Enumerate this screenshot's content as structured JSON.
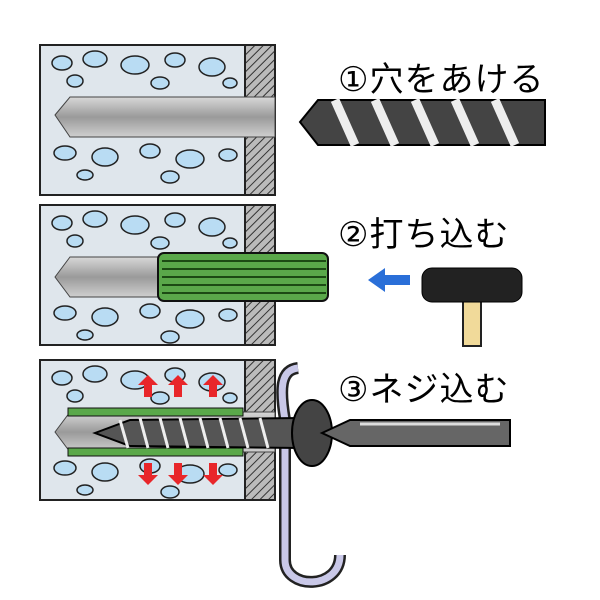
{
  "steps": [
    {
      "label": "①穴をあける",
      "tool": "drill-bit"
    },
    {
      "label": "②打ち込む",
      "tool": "hammer"
    },
    {
      "label": "③ネジ込む",
      "tool": "screwdriver"
    }
  ],
  "colors": {
    "concrete": "#dfe6ec",
    "stone": "#b9dcf3",
    "anchor": "#5aa84a",
    "arrow_red": "#e8262a",
    "arrow_blue": "#2a6fd8",
    "hook": "#c9c8e8"
  }
}
